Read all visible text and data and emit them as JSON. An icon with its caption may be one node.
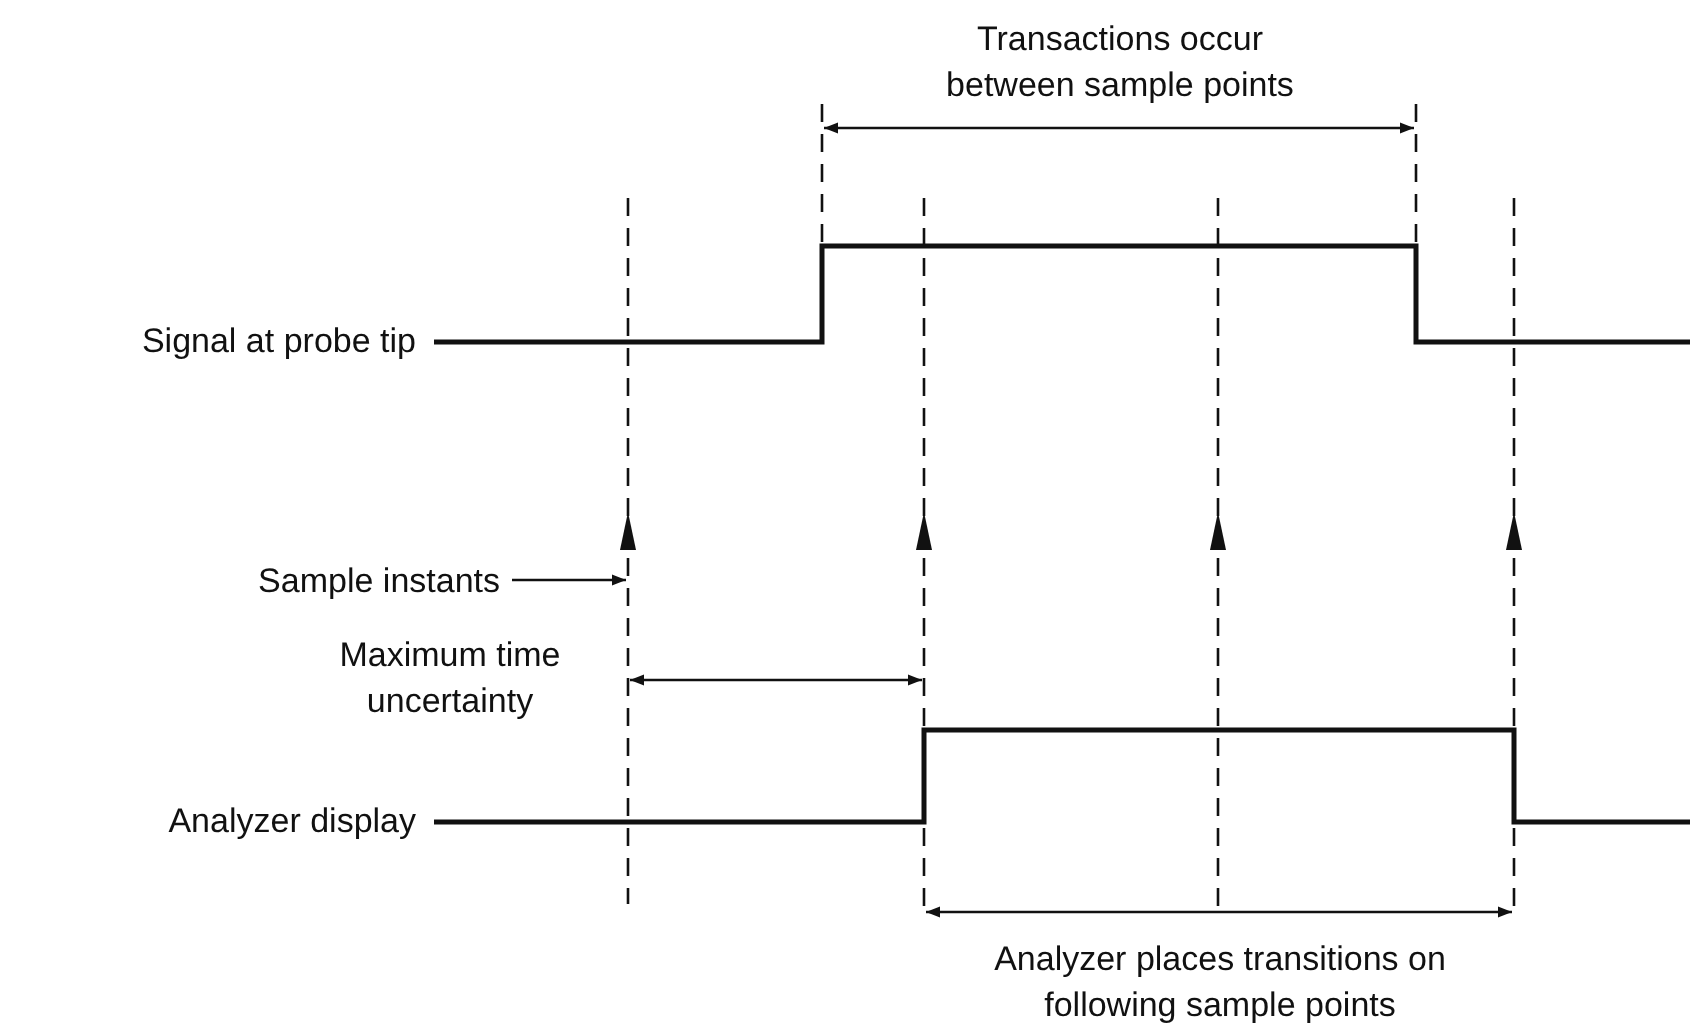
{
  "diagram": {
    "nodes": [
      {
        "text": [
          "Sample instants"
        ]
      },
      {
        "text": [],
        "shape": "line"
      }
    ],
    "edges": [
      {
        "from": 0,
        "to": 1,
        "arrow": "to"
      }
    ],
    "labels": [
      "Transactions occur between sample points",
      "Signal at probe tip",
      "Maximum time uncertainty",
      "Analyzer display",
      "Analyzer places transitions on following sample points"
    ]
  }
}
